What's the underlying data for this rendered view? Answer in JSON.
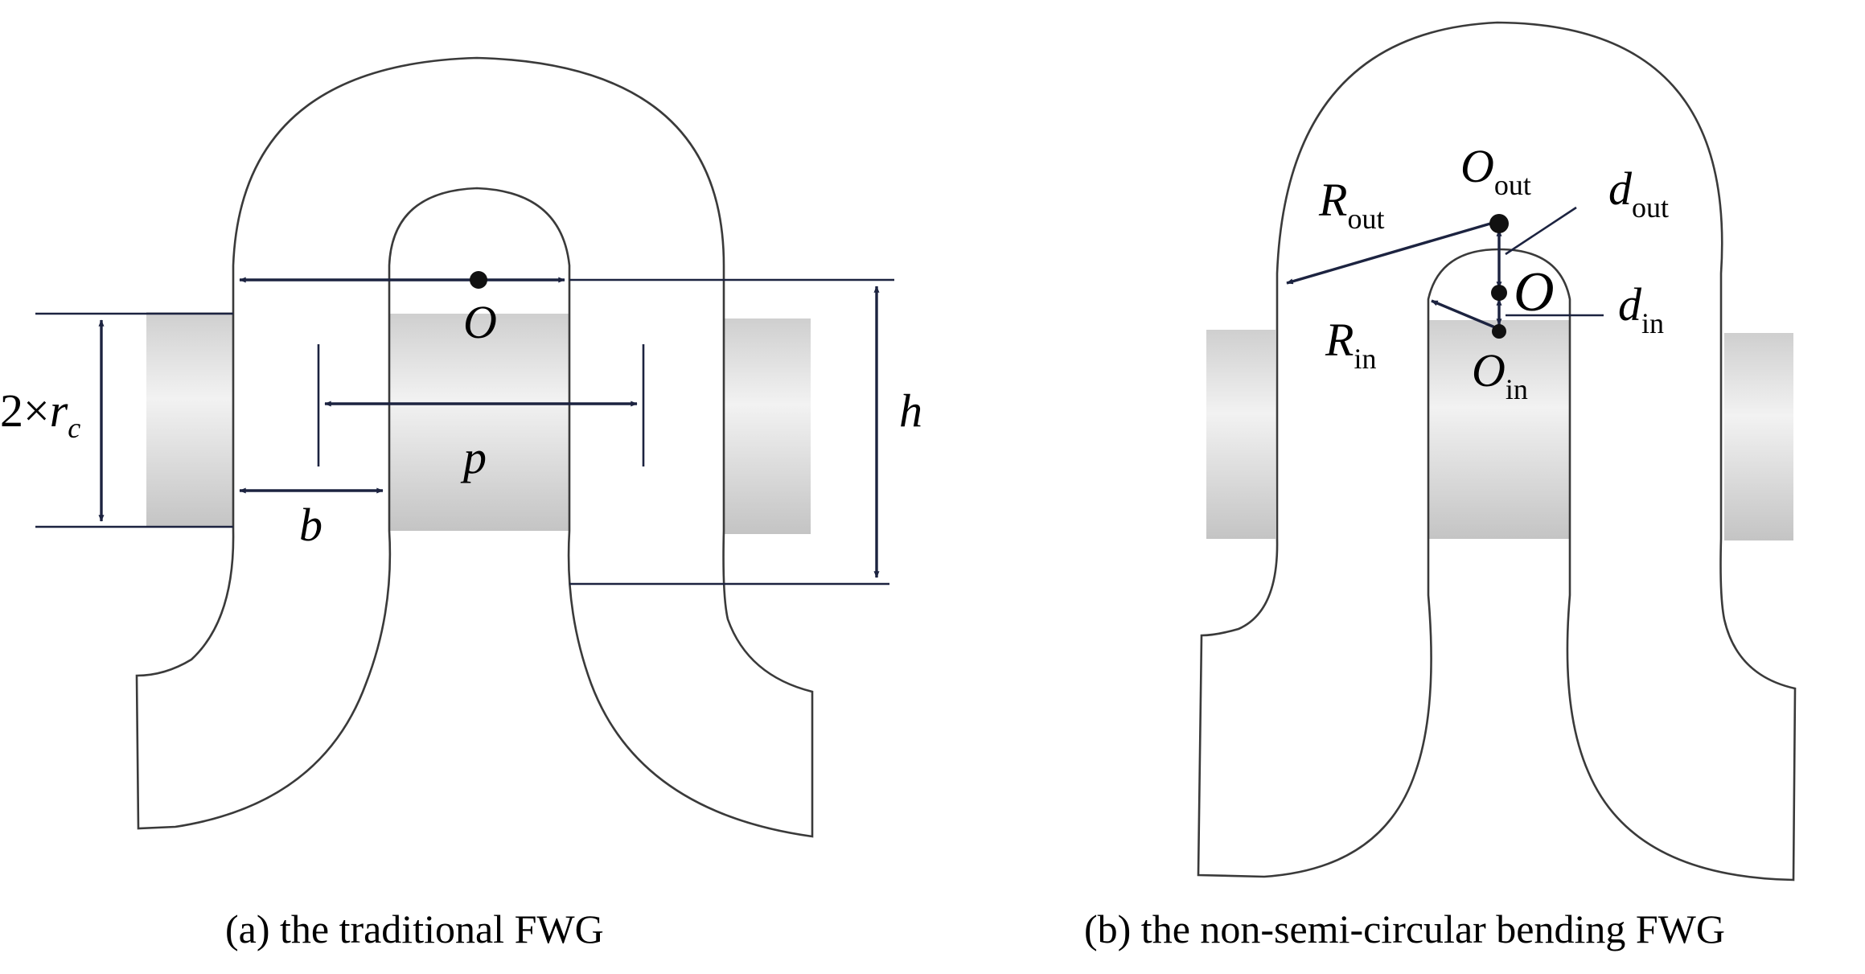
{
  "figure": {
    "panel_a": {
      "caption": "(a) the traditional FWG",
      "labels": {
        "center": "O",
        "height": "h",
        "pitch": "p",
        "width": "b",
        "diameter_prefix": "2×",
        "diameter_var": "r",
        "diameter_sub": "c"
      }
    },
    "panel_b": {
      "caption": "(b) the non-semi-circular bending FWG",
      "labels": {
        "center": "O",
        "r_out_var": "R",
        "r_out_sub": "out",
        "o_out_var": "O",
        "o_out_sub": "out",
        "d_out_var": "d",
        "d_out_sub": "out",
        "d_in_var": "d",
        "d_in_sub": "in",
        "r_in_var": "R",
        "r_in_sub": "in",
        "o_in_var": "O",
        "o_in_sub": "in"
      }
    }
  }
}
